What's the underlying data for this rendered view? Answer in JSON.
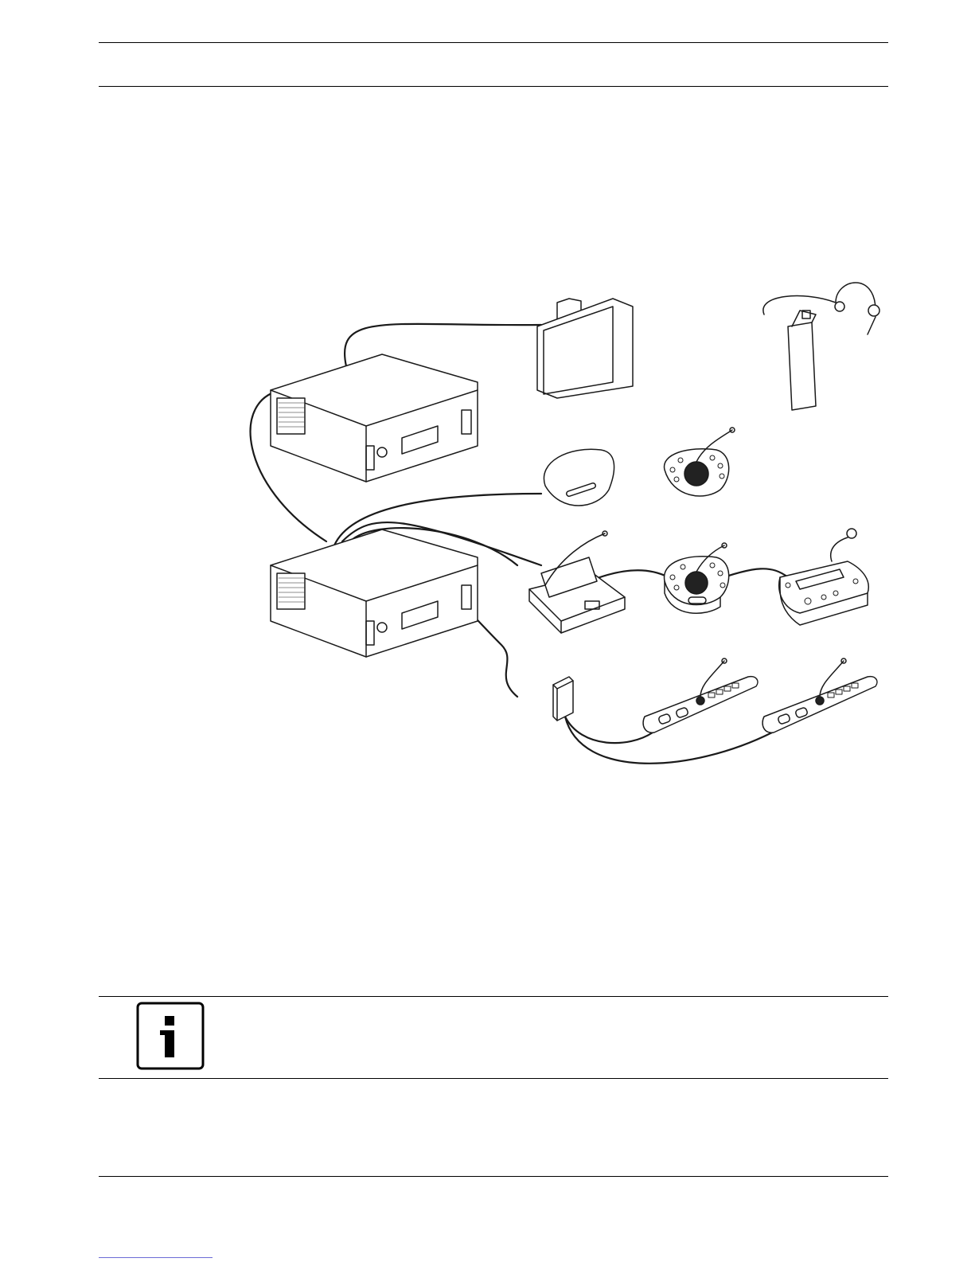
{
  "page": {
    "header_rules": [
      "top",
      "bottom"
    ],
    "note_rules": [
      "top",
      "bottom"
    ],
    "footer_rule": "bottom"
  },
  "figure": {
    "icons": [
      "control-unit-top-icon",
      "control-unit-bottom-icon",
      "monitor-icon",
      "headset-receiver-icon",
      "access-point-icon",
      "wireless-delegate-unit-icon",
      "tablet-discussion-unit-icon",
      "discussion-unit-icon",
      "chairman-unit-icon",
      "splitter-box-icon",
      "flush-unit-left-icon",
      "flush-unit-right-icon"
    ],
    "stroke_color": "#1a1a1a",
    "fill_color": "#ffffff"
  },
  "note": {
    "icon": "info-icon",
    "text": ""
  },
  "footer": {
    "link_color": "#6b6bd6",
    "text": ""
  }
}
